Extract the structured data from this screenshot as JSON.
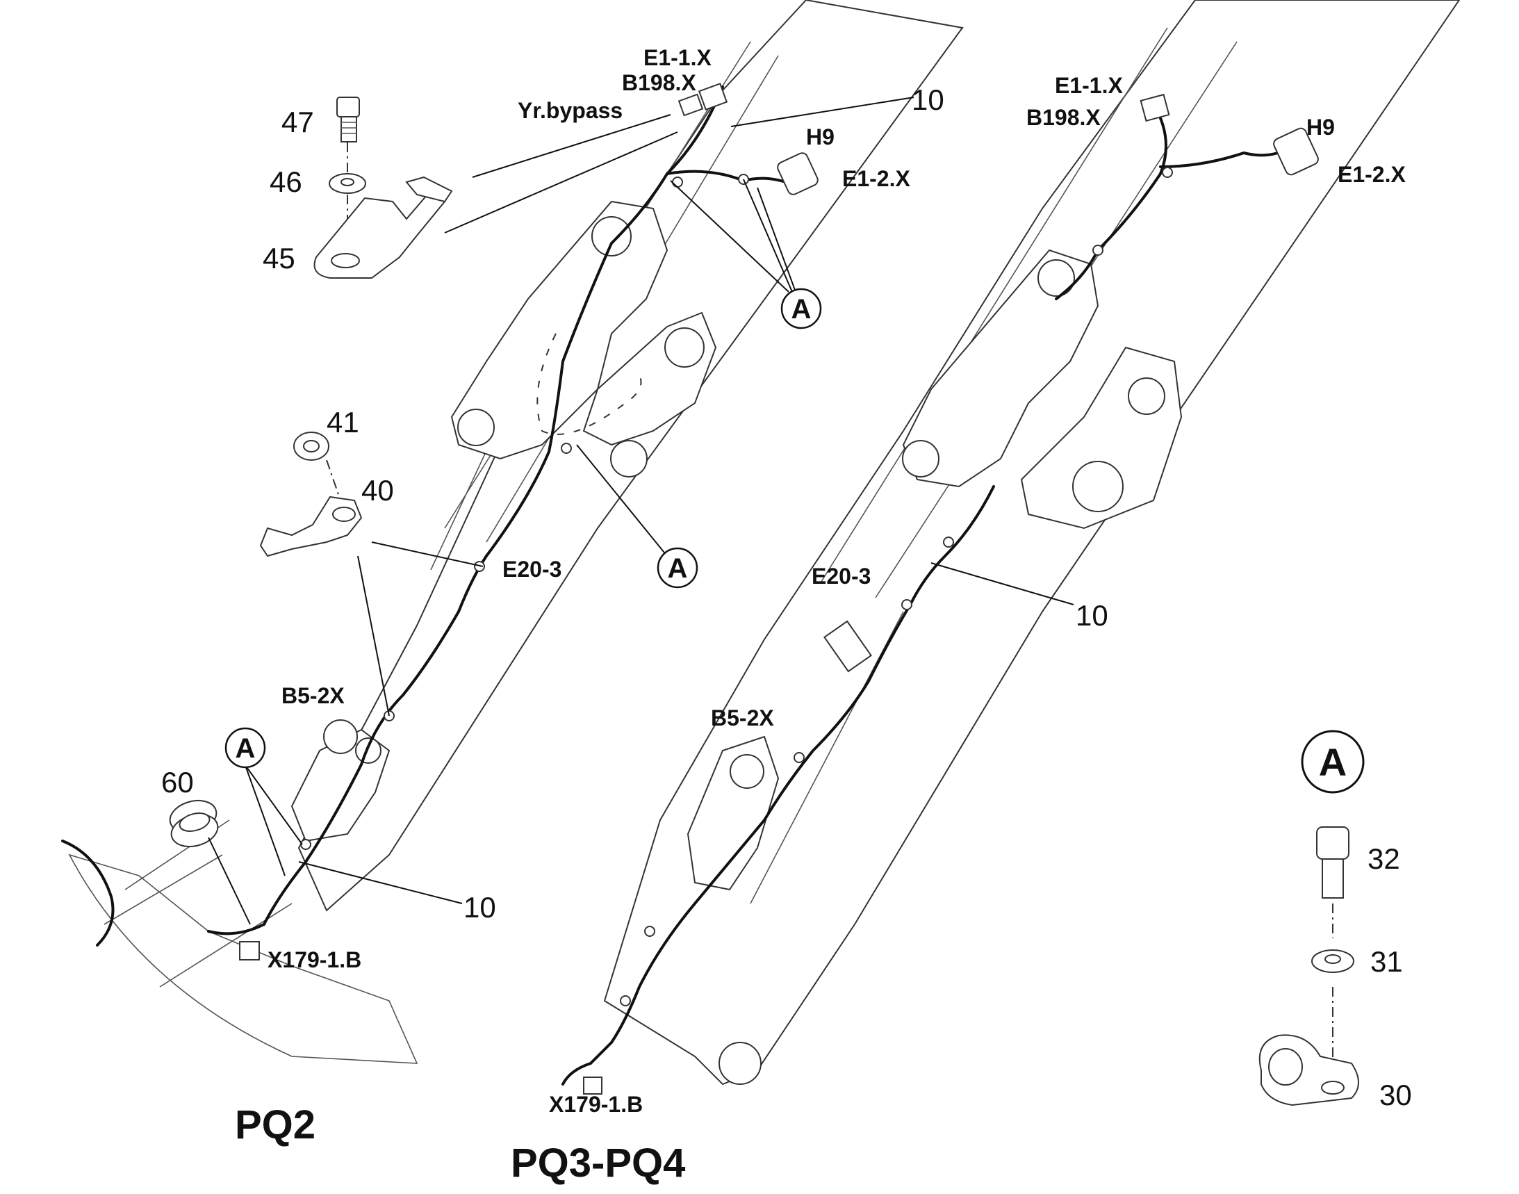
{
  "labels": {
    "e1_1x_a": "E1-1.X",
    "b198x_a": "B198.X",
    "yr_bypass": "Yr.bypass",
    "h9_a": "H9",
    "e1_2x_a": "E1-2.X",
    "e20_3_a": "E20-3",
    "b5_2x_a": "B5-2X",
    "x179_1b_a": "X179-1.B",
    "e1_1x_b": "E1-1.X",
    "b198x_b": "B198.X",
    "h9_b": "H9",
    "e1_2x_b": "E1-2.X",
    "e20_3_b": "E20-3",
    "b5_2x_b": "B5-2X",
    "x179_1b_b": "X179-1.B"
  },
  "refs": {
    "n10_a": "10",
    "n10_b": "10",
    "n10_c": "10",
    "n47": "47",
    "n46": "46",
    "n45": "45",
    "n41": "41",
    "n40": "40",
    "n60": "60",
    "n32": "32",
    "n31": "31",
    "n30": "30"
  },
  "callouts": {
    "a1": "A",
    "a2": "A",
    "a3": "A",
    "detail": "A"
  },
  "views": {
    "left": "PQ2",
    "right": "PQ3-PQ4"
  }
}
